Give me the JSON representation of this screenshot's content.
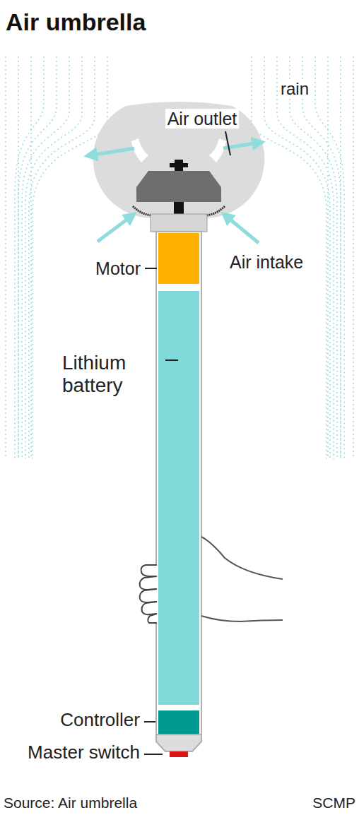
{
  "diagram": {
    "title": "Air umbrella",
    "labels": [
      "rain",
      "Air outlet",
      "Motor",
      "Air intake",
      "Lithium battery",
      "Controller",
      "Master switch",
      "Source: Air umbrella",
      "SCMP"
    ]
  }
}
